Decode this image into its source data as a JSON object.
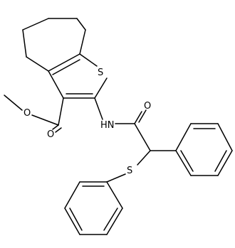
{
  "atom_labels": {
    "s_ring": "S",
    "nh": "HN",
    "o_amide": "O",
    "o_ester_carbonyl": "O",
    "o_ester_methoxy": "O",
    "s_thioether": "S"
  }
}
